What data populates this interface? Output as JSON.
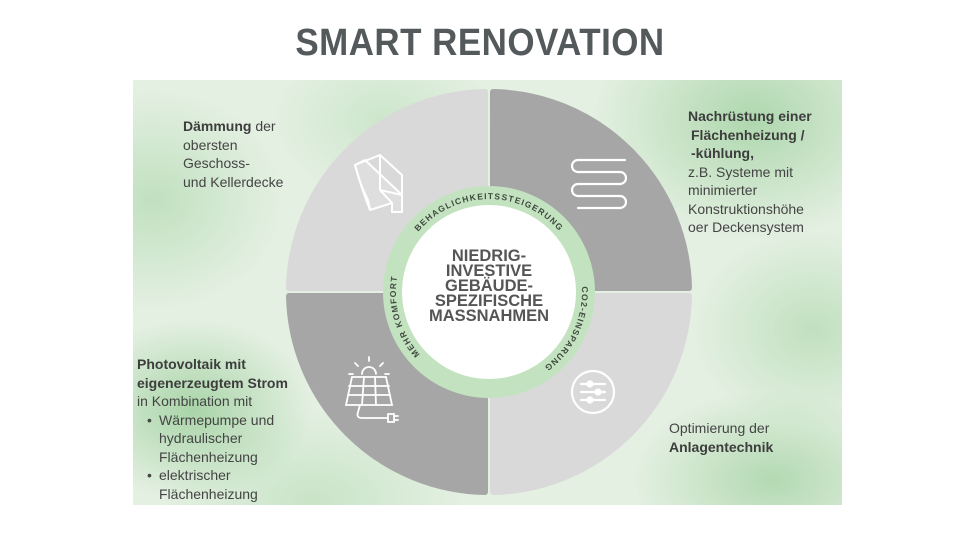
{
  "title": "SMART RENOVATION",
  "center": {
    "lines": [
      "NIEDRIG-",
      "INVESTIVE",
      "GEBÄUDE-",
      "SPEZIFISCHE",
      "MASSNAHMEN"
    ]
  },
  "ring": {
    "top": "BEHAGLICHKEITSSTEIGERUNG",
    "right": "CO2-EINSPARUNG",
    "left": "MEHR KOMFORT"
  },
  "quadrants": {
    "top_left": {
      "icon": "insulation-wall-icon",
      "bold": "Dämmung",
      "text_after_bold": " der",
      "lines": [
        "obersten",
        "Geschoss-",
        "und Kellerdecke"
      ]
    },
    "top_right": {
      "icon": "floor-heating-pipe-icon",
      "bold_lines": [
        "Nachrüstung einer",
        "Flächenheizung /",
        "-kühlung,"
      ],
      "lines": [
        "z.B. Systeme mit",
        "minimierter",
        "Konstruktionshöhe",
        "oer Deckensystem"
      ]
    },
    "bottom_left": {
      "icon": "solar-panel-icon",
      "bold_lines": [
        "Photovoltaik mit",
        "eigenerzeugtem Strom"
      ],
      "intro": "in Kombination mit",
      "bullets": [
        "Wärmepumpe und hydraulischer Flächenheizung",
        "elektrischer Flächenheizung"
      ]
    },
    "bottom_right": {
      "icon": "control-sliders-icon",
      "line1": "Optimierung der",
      "bold": "Anlagentechnik"
    }
  },
  "colors": {
    "light_segment": "#d9d9d9",
    "dark_segment": "#a6a6a6",
    "ring": "#c3e3c0",
    "title": "#54595c"
  }
}
